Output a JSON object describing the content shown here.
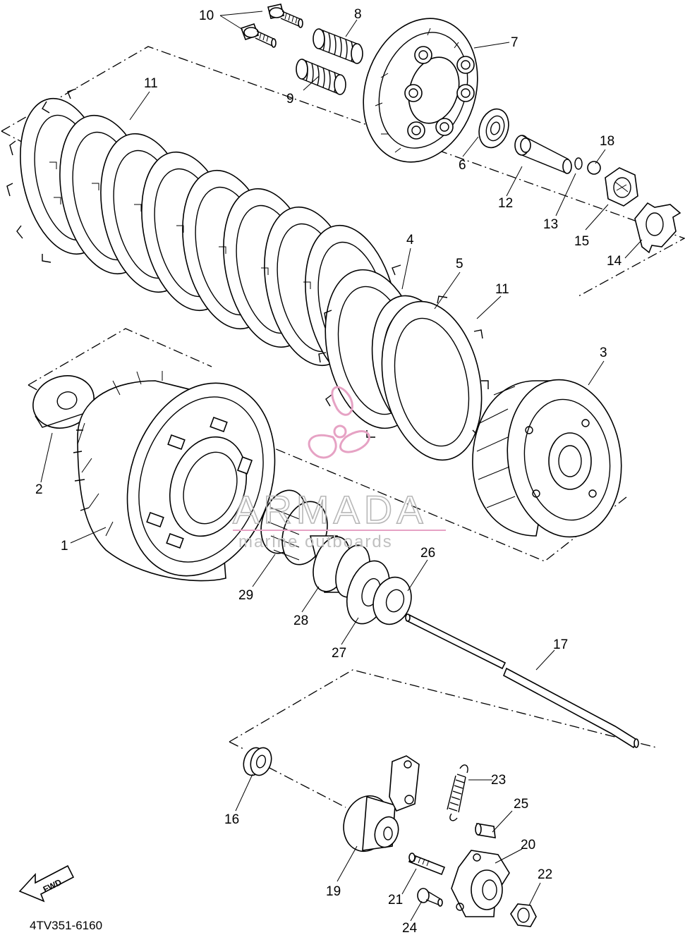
{
  "diagram": {
    "part_labels": {
      "p1": "1",
      "p2": "2",
      "p3": "3",
      "p4": "4",
      "p5": "5",
      "p6": "6",
      "p7": "7",
      "p8": "8",
      "p9": "9",
      "p10": "10",
      "p11a": "11",
      "p11b": "11",
      "p12": "12",
      "p13": "13",
      "p14": "14",
      "p15": "15",
      "p16": "16",
      "p17": "17",
      "p18": "18",
      "p19": "19",
      "p20": "20",
      "p21": "21",
      "p22": "22",
      "p23": "23",
      "p24": "24",
      "p25": "25",
      "p26": "26",
      "p27": "27",
      "p28": "28",
      "p29": "29"
    },
    "fwd_label": "FWD",
    "diagram_code": "4TV351-6160"
  },
  "watermark": {
    "brand": "ARMADA",
    "tagline": "marine outboards",
    "logo_color": "#e6a2c4",
    "text_color": "#b7b7b7"
  }
}
